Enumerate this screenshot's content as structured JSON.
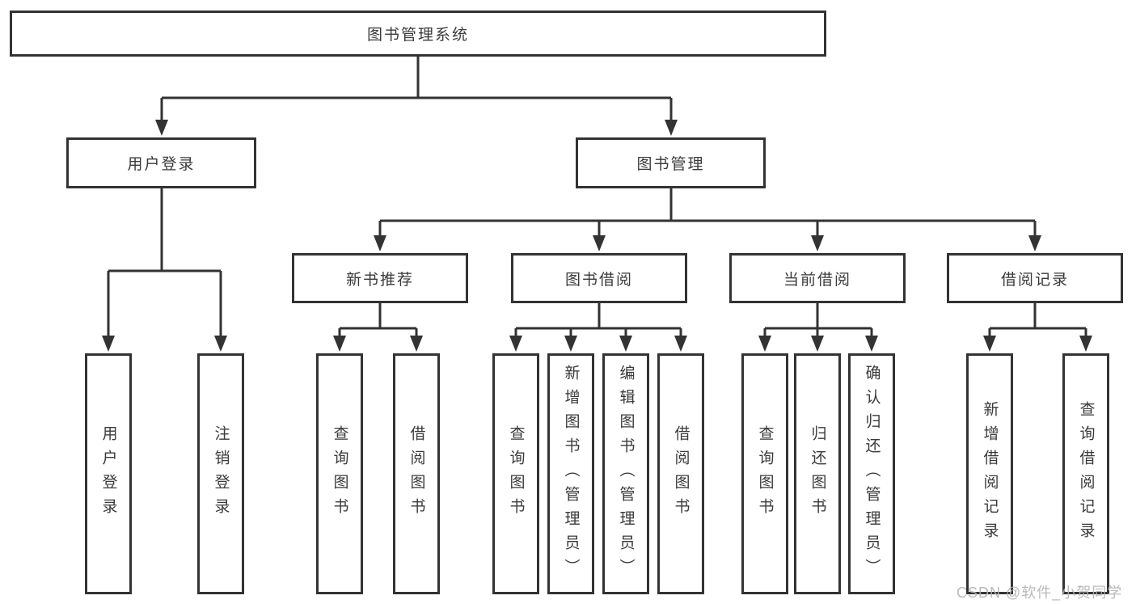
{
  "tree": {
    "root": {
      "label": "图书管理系统"
    },
    "level2": [
      {
        "label": "用户登录",
        "children": [
          {
            "label": "用户登录"
          },
          {
            "label": "注销登录"
          }
        ]
      },
      {
        "label": "图书管理",
        "children": [
          {
            "label": "新书推荐",
            "children": [
              {
                "label": "查询图书"
              },
              {
                "label": "借阅图书"
              }
            ]
          },
          {
            "label": "图书借阅",
            "children": [
              {
                "label": "查询图书"
              },
              {
                "label": "新增图书（管理员）"
              },
              {
                "label": "编辑图书（管理员）"
              },
              {
                "label": "借阅图书"
              }
            ]
          },
          {
            "label": "当前借阅",
            "children": [
              {
                "label": "查询图书"
              },
              {
                "label": "归还图书"
              },
              {
                "label": "确认归还（管理员）"
              }
            ]
          },
          {
            "label": "借阅记录",
            "children": [
              {
                "label": "新增借阅记录"
              },
              {
                "label": "查询借阅记录"
              }
            ]
          }
        ]
      }
    ]
  },
  "colors": {
    "line": "#333333",
    "box_border": "#333333",
    "box_bg": "#ffffff",
    "text": "#3a3a3a",
    "watermark": "#b3b3b3"
  },
  "watermark": {
    "text": "CSDN @软件_小贺同学"
  }
}
